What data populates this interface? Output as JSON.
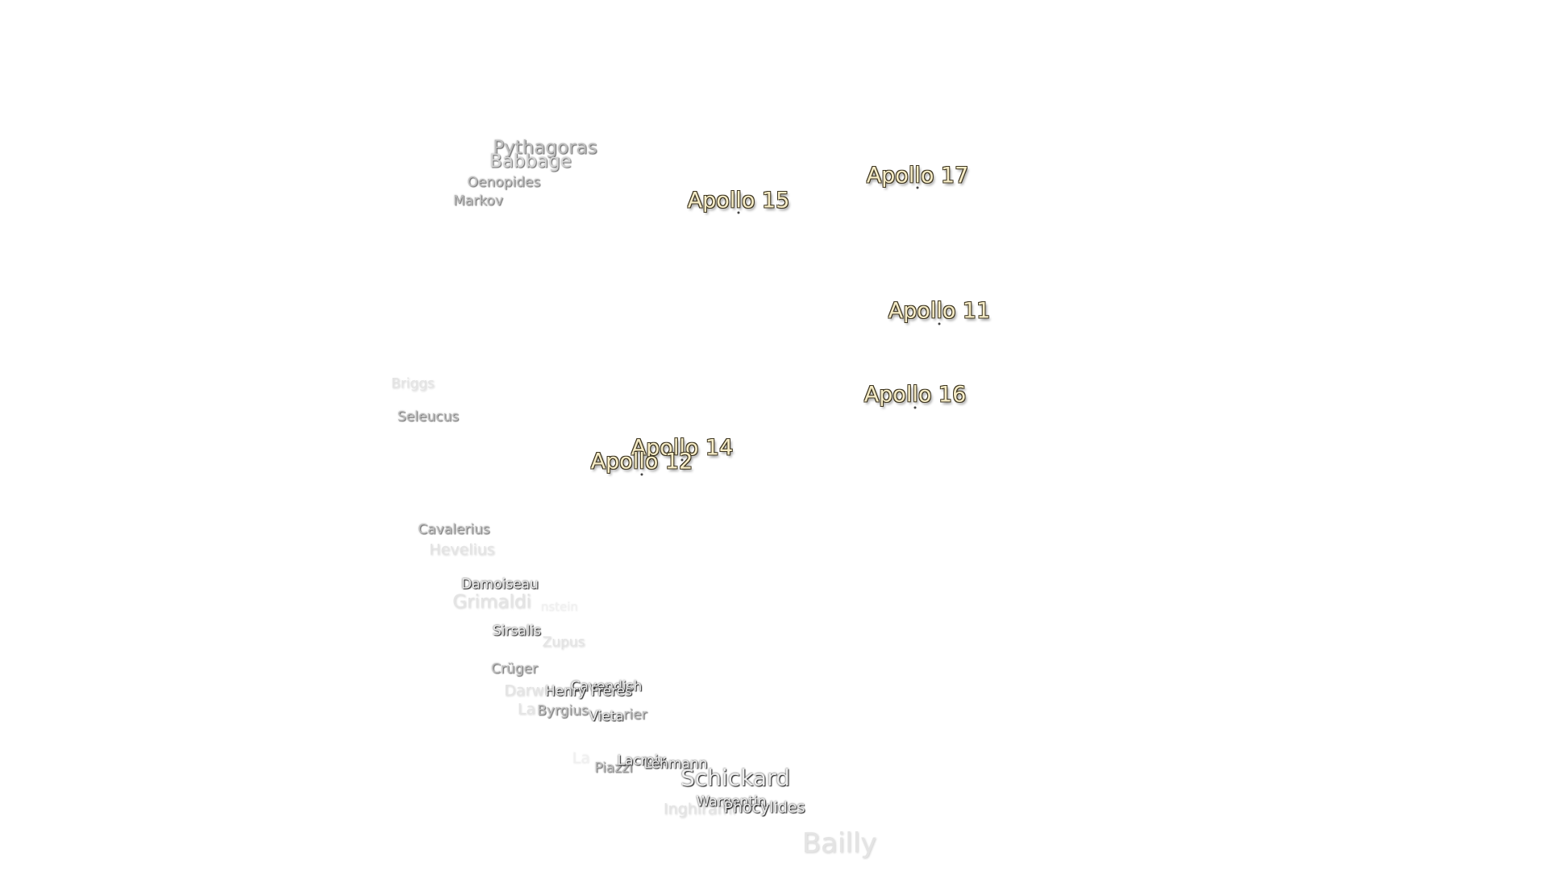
{
  "map": {
    "apollo_sites": [
      {
        "id": "apollo-17",
        "label": "Apollo 17"
      },
      {
        "id": "apollo-15",
        "label": "Apollo 15"
      },
      {
        "id": "apollo-11",
        "label": "Apollo 11"
      },
      {
        "id": "apollo-16",
        "label": "Apollo 16"
      },
      {
        "id": "apollo-14",
        "label": "Apollo 14"
      },
      {
        "id": "apollo-12",
        "label": "Apollo 12"
      }
    ],
    "craters": {
      "pythagoras": "Pythagoras",
      "babbage": "Babbage",
      "oenopides": "Oenopides",
      "markov": "Markov",
      "briggs": "Briggs",
      "seleucus": "Seleucus",
      "cavalerius": "Cavalerius",
      "hevelius": "Hevelius",
      "damoiseau": "Damoiseau",
      "grimaldi": "Grimaldi",
      "rocca": "nstein",
      "sirsalis": "Sirsalis",
      "zupus": "Zupus",
      "cruger": "Crüger",
      "darwin": "Darw",
      "cavendish": "Cavendish",
      "henry_freres": "Henry Frères",
      "lamarck": "La",
      "byrgius": "Byrgius",
      "mersenius": "rier",
      "vieta": "Vieta",
      "lagalla": "La",
      "piazzi": "Piazzi",
      "lacroix": "Lacroix",
      "lehmann": "Lehmann",
      "schickard": "Schickard",
      "inghirami": "Inghirami",
      "wargentin": "Wargentin",
      "phocylides": "Phocylides",
      "bailly": "Bailly"
    },
    "colors": {
      "background": "#ffffff",
      "apollo_text": "#f6ecc6",
      "apollo_outline": "#3d3520",
      "crater_text": "#bdbdbd"
    }
  }
}
